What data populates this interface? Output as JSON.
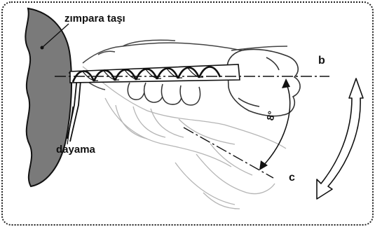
{
  "labels": {
    "grinding_stone": "zımpara taşı",
    "tool_rest": "dayama",
    "axis_b": "b",
    "axis_c": "c",
    "angle": "8°"
  },
  "colors": {
    "stone_fill": "#7a7a7a",
    "outline": "#111111",
    "arrow_fill": "#ffffff",
    "hand_stroke": "#444444",
    "ghost_stroke": "#b5b5b5"
  }
}
